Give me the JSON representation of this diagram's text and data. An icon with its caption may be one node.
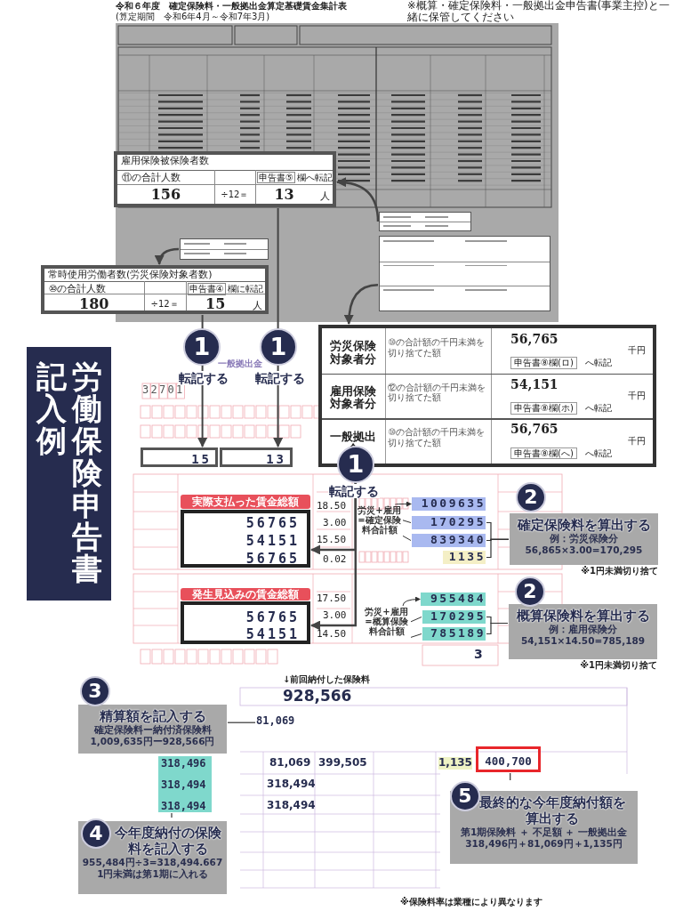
{
  "diagram": {
    "title": "労働保険申告書記入例",
    "nodes": [
      {
        "text": [
          "雇用保険被保険者数",
          "⑪の合計人数",
          "申告書⑤",
          "欄へ転記",
          "156",
          "÷12＝",
          "13",
          "人"
        ]
      },
      {
        "text": [],
        "shape": "box"
      },
      {
        "text": [],
        "shape": "box"
      },
      {
        "text": [],
        "shape": "box"
      },
      {
        "text": [
          "常時使用労働者数(労災保険対象者数)",
          "⑩の合計人数",
          "申告書④",
          "欄に転記",
          "180",
          "÷12＝",
          "15",
          "人"
        ]
      },
      {
        "text": [
          "労災保険対象者分",
          "⑩の合計額の千円未満を切り捨てた額",
          "56,765",
          "千円",
          "申告書⑧欄(ロ)",
          "へ転記",
          "雇用保険対象者分",
          "⑫の合計額の千円未満を切り捨てた額",
          "54,151",
          "千円",
          "申告書⑧欄(ホ)",
          "へ転記",
          "一般拠出金",
          "⑩の合計額の千円未満を切り捨てた額",
          "56,765",
          "千円",
          "申告書⑧欄(へ)",
          "へ転記"
        ]
      },
      {
        "text": [
          "15"
        ]
      },
      {
        "text": [
          "13"
        ]
      },
      {
        "text": [
          "実際支払った賃金総額",
          "56765",
          "54151",
          "56765"
        ]
      },
      {
        "text": [
          "労災+雇用=確定保険料合計額"
        ]
      },
      {
        "text": [
          "1009635"
        ]
      },
      {
        "text": [
          "170295"
        ]
      },
      {
        "text": [
          "839340"
        ]
      },
      {
        "text": [
          "1135"
        ]
      },
      {
        "text": [
          "2",
          "確定保険料を算出する",
          "例：労災保険分",
          "56,865×3.00=170,295"
        ],
        "beside": [
          "※1円未満切り捨て"
        ]
      },
      {
        "text": [
          "発生見込みの賃金総額",
          "56765",
          "54151"
        ]
      },
      {
        "text": [
          "労災+雇用=概算保険料合計額"
        ]
      },
      {
        "text": [
          "955484"
        ]
      },
      {
        "text": [
          "170295"
        ]
      },
      {
        "text": [
          "785189"
        ]
      },
      {
        "text": [
          "2",
          "概算保険料を算出する",
          "例：雇用保険分",
          "54,151×14.50=785,189"
        ],
        "beside": [
          "※1円未満切り捨て"
        ]
      },
      {
        "text": [
          "3",
          "精算額を記入する",
          "確定保険料ー納付済保険料",
          "1,009,635円ー928,566円"
        ]
      },
      {
        "text": [
          "81,069"
        ]
      },
      {
        "text": [
          "318,496",
          "318,494",
          "318,494"
        ]
      },
      {
        "text": [
          "400,700"
        ]
      },
      {
        "text": [
          "4",
          "今年度納付の保険料を記入する",
          "955,484円÷3=318,494.667",
          "1円未満は第1期に入れる"
        ]
      },
      {
        "text": [
          "5",
          "最終的な今年度納付額を算出する",
          "第1期保険料 ＋ 不足額 ＋ 一般拠出金",
          "318,496円＋81,069円＋1,135円"
        ]
      }
    ],
    "edges": [
      {
        "from": 1,
        "to": 0,
        "arrow": "to"
      },
      {
        "from": 2,
        "to": 4,
        "arrow": "to"
      },
      {
        "from": 3,
        "to": 5,
        "arrow": "to"
      },
      {
        "from": 4,
        "to": 6,
        "arrow": "to"
      },
      {
        "from": 0,
        "to": 7,
        "arrow": "to"
      },
      {
        "from": 5,
        "to": 8,
        "arrow": "to"
      },
      {
        "from": 5,
        "to": 15,
        "arrow": "to"
      },
      {
        "from": 9,
        "to": 10,
        "arrow": "to"
      },
      {
        "from": 9,
        "to": 11,
        "arrow": "none"
      },
      {
        "from": 9,
        "to": 12,
        "arrow": "none"
      },
      {
        "from": 16,
        "to": 17,
        "arrow": "to"
      },
      {
        "from": 16,
        "to": 18,
        "arrow": "none"
      },
      {
        "from": 16,
        "to": 19,
        "arrow": "none"
      },
      {
        "from": 21,
        "to": 22,
        "arrow": "none"
      },
      {
        "from": 25,
        "to": 23,
        "arrow": "none"
      },
      {
        "from": 26,
        "to": 24,
        "arrow": "none"
      },
      {
        "from": 11,
        "to": 14,
        "arrow": "none"
      },
      {
        "from": 12,
        "to": 14,
        "arrow": "none"
      },
      {
        "from": 13,
        "to": 14,
        "arrow": "none"
      },
      {
        "from": 18,
        "to": 20,
        "arrow": "none"
      },
      {
        "from": 19,
        "to": 20,
        "arrow": "none"
      }
    ],
    "labels": [
      "令和６年度　確定保険料・一般拠出金算定基礎賃金集計表",
      "(算定期間　令和6年4月～令和7年3月)",
      "※概算・確定保険料・一般拠出金申告書(事業主控)と一緒に保管してください",
      "一般拠出金",
      "32701",
      "1",
      "転記する",
      "1",
      "転記する",
      "1",
      "転記する",
      "18.50",
      "3.00",
      "15.50",
      "0.02",
      "17.50",
      "3.00",
      "14.50",
      "3",
      "↓前回納付した保険料",
      "928,566",
      "81,069",
      "399,505",
      "1,135",
      "318,494",
      "318,494",
      "※保険料率は業種により異なります"
    ]
  }
}
